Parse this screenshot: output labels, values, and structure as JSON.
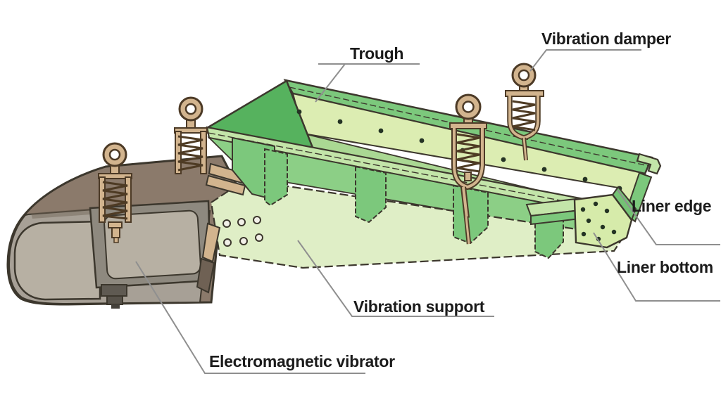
{
  "diagram": {
    "labels": {
      "trough": "Trough",
      "vibration_damper": "Vibration damper",
      "liner_edge": "Liner edge",
      "liner_bottom": "Liner bottom",
      "vibration_support": "Vibration support",
      "electromagnetic_vibrator": "Electromagnetic vibrator"
    },
    "colors": {
      "green_dark": "#56b25e",
      "green_mid": "#7cc87c",
      "green_band": "#c3e5a9",
      "green_apron": "#8ccf86",
      "green_wall": "#dcedb2",
      "green_floor": "#aad893",
      "green_pale": "#dfeec6",
      "green_outlet": "#d6ebaa",
      "tan": "#d2b48e",
      "tan_dark": "#4c3a26",
      "brown": "#8b7a6b",
      "brown_dark": "#6f6154",
      "grey_body": "#a7a096",
      "grey_frame": "#8e897f",
      "grey_panel": "#b7b0a3",
      "grey_dark": "#5f5a52",
      "outline": "#3c372d",
      "ink": "#1b1b1b",
      "leader": "#8f8f8f",
      "dot": "#243324",
      "bg": "#ffffff"
    }
  }
}
